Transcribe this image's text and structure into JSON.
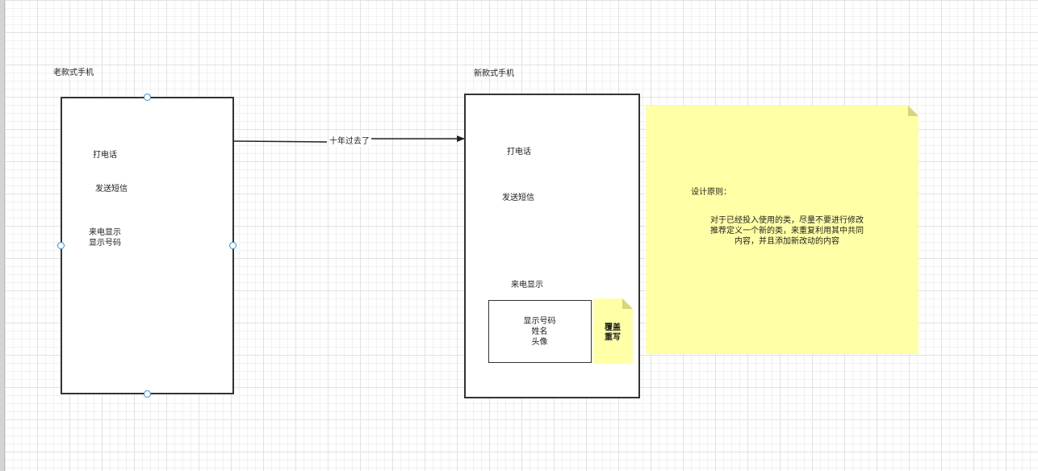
{
  "old_phone": {
    "title": "老款式手机",
    "call": "打电话",
    "sms": "发送短信",
    "caller_display": "来电显示",
    "show_number": "显示号码"
  },
  "arrow": {
    "label": "十年过去了"
  },
  "new_phone": {
    "title": "新款式手机",
    "call": "打电话",
    "sms": "发送短信",
    "caller_display": "来电显示",
    "display_box": {
      "line1": "显示号码",
      "line2": "姓名",
      "line3": "头像"
    },
    "note": {
      "line1": "覆盖",
      "line2": "重写"
    }
  },
  "principle_note": {
    "title": "设计原则：",
    "line1": "对于已经投入使用的类，尽量不要进行修改",
    "line2": "推荐定义一个新的类，来重复利用其中共同",
    "line3": "内容，并且添加新改动的内容"
  },
  "colors": {
    "note_fill": "#ffffa6",
    "note_fold": "#d6d67a",
    "handle": "#2f8fd8",
    "stroke": "#333333"
  }
}
